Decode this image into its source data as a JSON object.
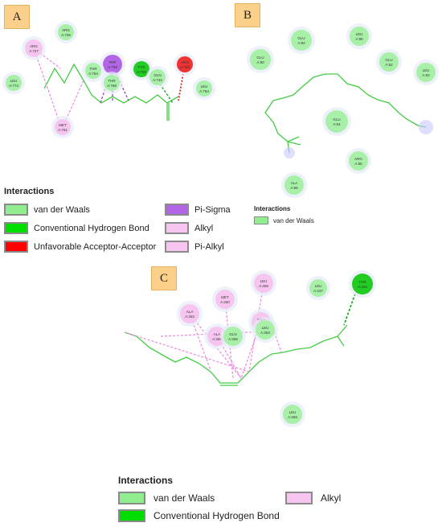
{
  "panels": {
    "a": {
      "tag": "A",
      "residues": [
        {
          "name": "ARG",
          "num": "A:726",
          "kind": "vdw"
        },
        {
          "name": "ARG",
          "num": "A:727",
          "kind": "alkyl"
        },
        {
          "name": "LEU",
          "num": "A:774",
          "kind": "vdw"
        },
        {
          "name": "TRP",
          "num": "A:769",
          "kind": "pisigma"
        },
        {
          "name": "THR",
          "num": "A:764",
          "kind": "vdw"
        },
        {
          "name": "THR",
          "num": "A:768",
          "kind": "vdw"
        },
        {
          "name": "TYR",
          "num": "A:759",
          "kind": "hbond"
        },
        {
          "name": "GLN",
          "num": "A:742",
          "kind": "vdw"
        },
        {
          "name": "ARG",
          "num": "A:758",
          "kind": "unfav"
        },
        {
          "name": "LEU",
          "num": "A:754",
          "kind": "vdw"
        },
        {
          "name": "MET",
          "num": "A:761",
          "kind": "alkyl"
        }
      ],
      "legend": {
        "title": "Interactions",
        "items": [
          {
            "label": "van der Waals",
            "color": "#90ee90"
          },
          {
            "label": "Conventional Hydrogen Bond",
            "color": "#00dd00"
          },
          {
            "label": "Unfavorable Acceptor-Acceptor",
            "color": "#ff0000"
          },
          {
            "label": "Pi-Sigma",
            "color": "#b266e6"
          },
          {
            "label": "Alkyl",
            "color": "#f7c6f0"
          },
          {
            "label": "Pi-Alkyl",
            "color": "#f7c6f0"
          }
        ]
      }
    },
    "b": {
      "tag": "B",
      "residues": [
        {
          "name": "GLU",
          "num": "A:92",
          "kind": "vdw"
        },
        {
          "name": "LEU",
          "num": "A:95",
          "kind": "vdw"
        },
        {
          "name": "GLU",
          "num": "A:90",
          "kind": "vdw"
        },
        {
          "name": "GLU",
          "num": "A:52",
          "kind": "vdw"
        },
        {
          "name": "LEU",
          "num": "A:53",
          "kind": "vdw"
        },
        {
          "name": "GLU",
          "num": "A:54",
          "kind": "vdw"
        },
        {
          "name": "ARG",
          "num": "A:55",
          "kind": "vdw"
        },
        {
          "name": "ALA",
          "num": "A:56",
          "kind": "vdw"
        }
      ],
      "legend": {
        "title": "Interactions",
        "items": [
          {
            "label": "van der Waals",
            "color": "#90ee90"
          }
        ]
      }
    },
    "c": {
      "tag": "C",
      "residues": [
        {
          "name": "LEU",
          "num": "A:258",
          "kind": "alkyl"
        },
        {
          "name": "MET",
          "num": "A:260",
          "kind": "alkyl"
        },
        {
          "name": "ALA",
          "num": "A:263",
          "kind": "alkyl"
        },
        {
          "name": "LEU",
          "num": "A:237",
          "kind": "vdw"
        },
        {
          "name": "THR",
          "num": "A:234",
          "kind": "hbond"
        },
        {
          "name": "ALA",
          "num": "A:259",
          "kind": "alkyl"
        },
        {
          "name": "GLN",
          "num": "A:256",
          "kind": "vdw"
        },
        {
          "name": "PRO",
          "num": "A:257",
          "kind": "alkyl"
        },
        {
          "name": "LEU",
          "num": "A:253",
          "kind": "vdw"
        },
        {
          "name": "LEU",
          "num": "A:259",
          "kind": "vdw"
        }
      ],
      "legend": {
        "title": "Interactions",
        "items": [
          {
            "label": "van der Waals",
            "color": "#90ee90"
          },
          {
            "label": "Alkyl",
            "color": "#f7c6f0"
          },
          {
            "label": "Conventional Hydrogen Bond",
            "color": "#00dd00"
          }
        ]
      }
    }
  },
  "colors": {
    "vdw": "#a8f0a8",
    "hbond": "#22cc22",
    "unfav": "#ee3333",
    "pisigma": "#b266e6",
    "alkyl": "#f7c6f0",
    "bond": "#44cc44",
    "alkyl_line": "#ee88dd",
    "hbond_line": "#22aa22",
    "unfav_line": "#dd2222",
    "pisigma_line": "#aa44cc"
  }
}
